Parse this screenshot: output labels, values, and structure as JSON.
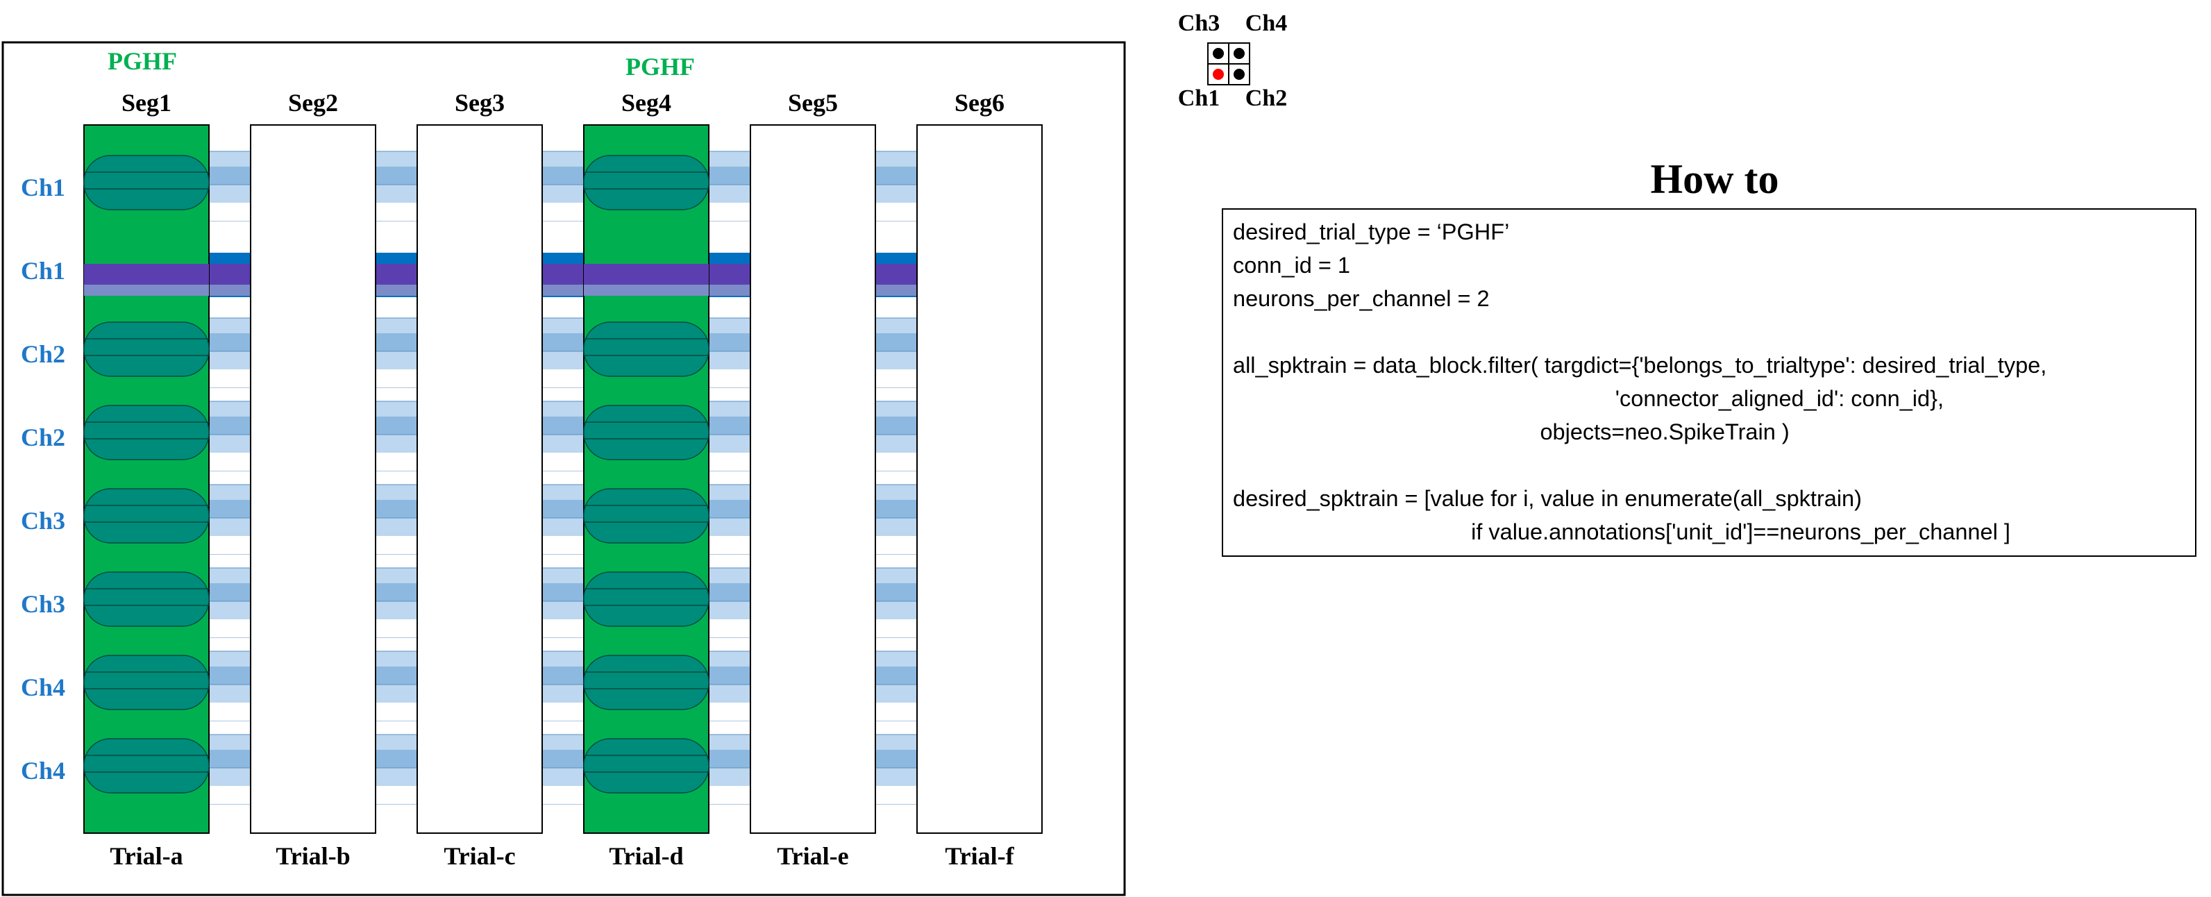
{
  "diagram": {
    "segments": [
      {
        "seg": "Seg1",
        "trial": "Trial-a",
        "tag": "PGHF",
        "highlighted": true
      },
      {
        "seg": "Seg2",
        "trial": "Trial-b",
        "tag": "",
        "highlighted": false
      },
      {
        "seg": "Seg3",
        "trial": "Trial-c",
        "tag": "",
        "highlighted": false
      },
      {
        "seg": "Seg4",
        "trial": "Trial-d",
        "tag": "PGHF",
        "highlighted": true
      },
      {
        "seg": "Seg5",
        "trial": "Trial-e",
        "tag": "",
        "highlighted": false
      },
      {
        "seg": "Seg6",
        "trial": "Trial-f",
        "tag": "",
        "highlighted": false
      }
    ],
    "channels": [
      "Ch1",
      "Ch1",
      "Ch2",
      "Ch2",
      "Ch3",
      "Ch3",
      "Ch4",
      "Ch4"
    ],
    "selected_row": 1,
    "colors": {
      "highlight_green": "#00b050",
      "channel_label": "#1f78c8",
      "track_light": "#bcd7ef",
      "track_mid": "#8db9e0",
      "track_teal": "#008c7a",
      "selected_band": "#0070c0",
      "selected_purple": "#5b3fb0",
      "selected_lavender": "#7b8cc8",
      "pghf_label": "#00b050"
    }
  },
  "electrode_legend": {
    "top_labels": [
      "Ch3",
      "Ch4"
    ],
    "bottom_labels": [
      "Ch1",
      "Ch2"
    ],
    "active": "Ch1",
    "active_color": "#ff0000"
  },
  "howto": {
    "title": "How to",
    "code": "desired_trial_type = ‘PGHF’\nconn_id = 1\nneurons_per_channel = 2\n\nall_spktrain = data_block.filter( targdict={'belongs_to_trialtype': desired_trial_type,\n                                                             'connector_aligned_id': conn_id},\n                                                 objects=neo.SpikeTrain )\n\ndesired_spktrain = [value for i, value in enumerate(all_spktrain)\n                                      if value.annotations['unit_id']==neurons_per_channel ]"
  }
}
